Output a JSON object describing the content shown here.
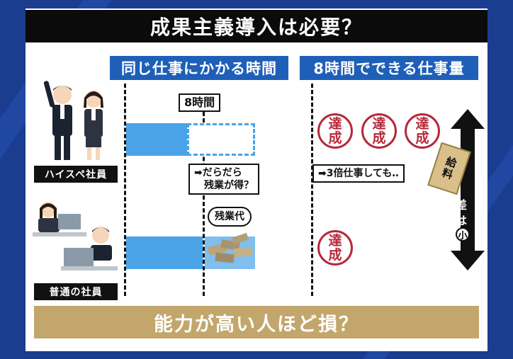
{
  "title": "成果主義導入は必要？",
  "headers": {
    "left": "同じ仕事にかかる時間",
    "right": "8時間でできる仕事量"
  },
  "eight_hours_label": "8時間",
  "roles": {
    "top": "ハイスペ社員",
    "bottom": "普通の社員"
  },
  "notes": {
    "lazy_line1": "➡だらだら",
    "lazy_line2": "残業が得？",
    "overtime_pay": "残業代",
    "triple_work": "➡3倍仕事しても‥"
  },
  "stamp_text": [
    "達",
    "成"
  ],
  "salary_label": [
    "給",
    "料"
  ],
  "difference": {
    "line1": "差",
    "line2": "は",
    "small": "小"
  },
  "bottom_caption": "能力が高い人ほど損？",
  "colors": {
    "header_blue": "#1e5fb8",
    "bar_blue": "#4aa3e6",
    "stamp_red": "#b5293a",
    "caption_gold": "#c2a66b"
  }
}
